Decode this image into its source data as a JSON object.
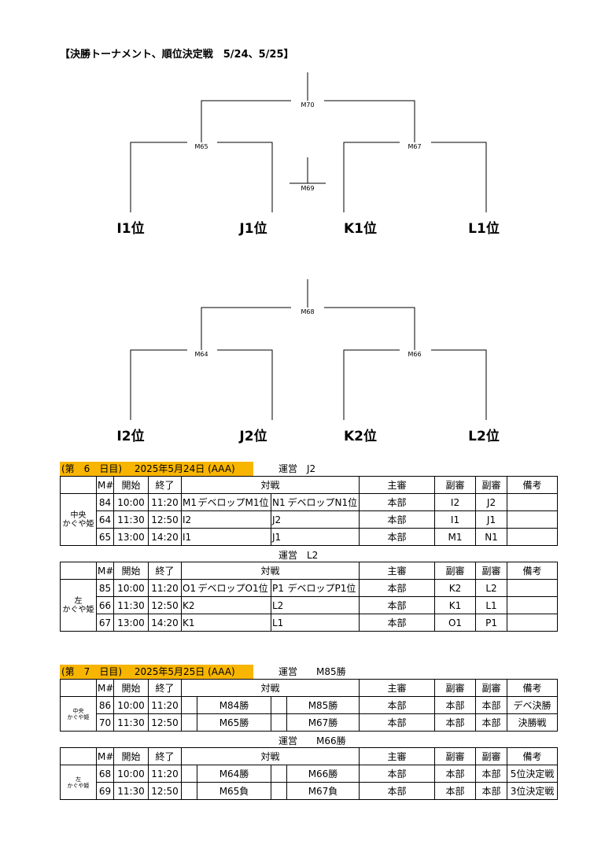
{
  "title": "【決勝トーナメント、順位決定戦　5/24、5/25】",
  "bracket_top": {
    "final": "M70",
    "left": "M65",
    "right": "M67",
    "center": "M69",
    "seeds": [
      "I1位",
      "J1位",
      "K1位",
      "L1位"
    ]
  },
  "bracket_bottom": {
    "final": "M68",
    "left": "M64",
    "right": "M66",
    "seeds": [
      "I2位",
      "J2位",
      "K2位",
      "L2位"
    ]
  },
  "headers": {
    "m": "M#",
    "start": "開始",
    "end": "終了",
    "match": "対戦",
    "referee": "主審",
    "assistant1": "副審",
    "assistant2": "副審",
    "notes": "備考"
  },
  "day6": {
    "label": "(第　6　日目)　 2025年5月24日 (AAA)",
    "op1": "運営　J2",
    "op2": "運営　L2",
    "venue1": [
      "かぐや姫",
      "中央"
    ],
    "venue2": [
      "かぐや姫",
      "左"
    ],
    "table1": [
      {
        "m": "84",
        "start": "10:00",
        "end": "11:20",
        "a": "M1",
        "an": "デベロップM1位",
        "b": "N1",
        "bn": "デベロップN1位",
        "ref": "本部",
        "as1": "I2",
        "as2": "J2",
        "note": ""
      },
      {
        "m": "64",
        "start": "11:30",
        "end": "12:50",
        "a": "I2",
        "an": "",
        "b": "J2",
        "bn": "",
        "ref": "本部",
        "as1": "I1",
        "as2": "J1",
        "note": ""
      },
      {
        "m": "65",
        "start": "13:00",
        "end": "14:20",
        "a": "I1",
        "an": "",
        "b": "J1",
        "bn": "",
        "ref": "本部",
        "as1": "M1",
        "as2": "N1",
        "note": ""
      }
    ],
    "table2": [
      {
        "m": "85",
        "start": "10:00",
        "end": "11:20",
        "a": "O1",
        "an": "デベロップO1位",
        "b": "P1",
        "bn": "デベロップP1位",
        "ref": "本部",
        "as1": "K2",
        "as2": "L2",
        "note": ""
      },
      {
        "m": "66",
        "start": "11:30",
        "end": "12:50",
        "a": "K2",
        "an": "",
        "b": "L2",
        "bn": "",
        "ref": "本部",
        "as1": "K1",
        "as2": "L1",
        "note": ""
      },
      {
        "m": "67",
        "start": "13:00",
        "end": "14:20",
        "a": "K1",
        "an": "",
        "b": "L1",
        "bn": "",
        "ref": "本部",
        "as1": "O1",
        "as2": "P1",
        "note": ""
      }
    ]
  },
  "day7": {
    "label": "(第　7　日目)　 2025年5月25日 (AAA)",
    "op1": "運営　　M85勝",
    "op2": "運営　　M66勝",
    "venue1": [
      "かぐや姫",
      "中央"
    ],
    "venue2": [
      "かぐや姫",
      "左"
    ],
    "table1": [
      {
        "m": "86",
        "start": "10:00",
        "end": "11:20",
        "a": "M84勝",
        "b": "M85勝",
        "ref": "本部",
        "as1": "本部",
        "as2": "本部",
        "note": "デベ決勝"
      },
      {
        "m": "70",
        "start": "11:30",
        "end": "12:50",
        "a": "M65勝",
        "b": "M67勝",
        "ref": "本部",
        "as1": "本部",
        "as2": "本部",
        "note": "決勝戦"
      }
    ],
    "table2": [
      {
        "m": "68",
        "start": "10:00",
        "end": "11:20",
        "a": "M64勝",
        "b": "M66勝",
        "ref": "本部",
        "as1": "本部",
        "as2": "本部",
        "note": "5位決定戦"
      },
      {
        "m": "69",
        "start": "11:30",
        "end": "12:50",
        "a": "M65負",
        "b": "M67負",
        "ref": "本部",
        "as1": "本部",
        "as2": "本部",
        "note": "3位決定戦"
      }
    ]
  }
}
